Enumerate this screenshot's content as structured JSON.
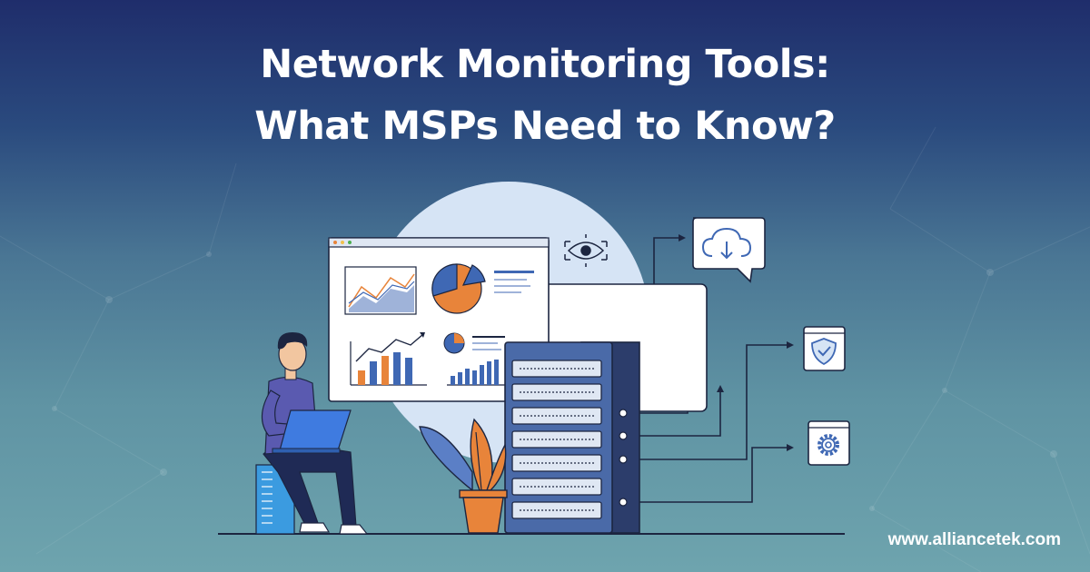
{
  "title": {
    "line1": "Network Monitoring Tools:",
    "line2": "What MSPs Need to Know?"
  },
  "website": "www.alliancetek.com",
  "icons": [
    "eye-icon",
    "cloud-download-icon",
    "shield-check-icon",
    "gear-icon"
  ],
  "colors": {
    "background_top": "#1f2d6b",
    "background_bottom": "#6ea4ae",
    "accent_orange": "#e8843a",
    "accent_blue": "#3f68b4",
    "server_blue": "#4a6aa8"
  }
}
